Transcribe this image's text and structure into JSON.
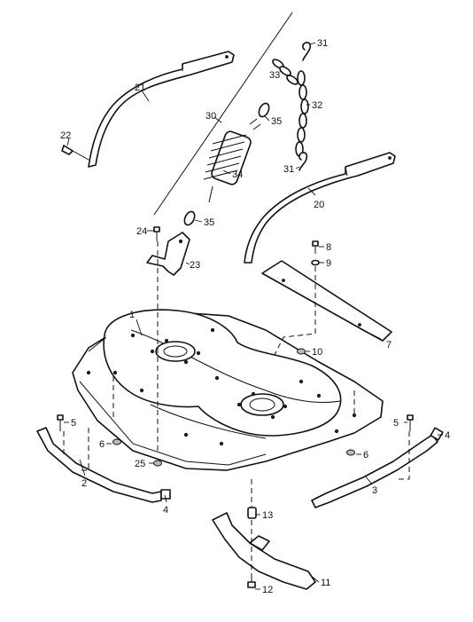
{
  "labels": {
    "p1": "1",
    "p2": "2",
    "p3": "3",
    "p4a": "4",
    "p4b": "4",
    "p5a": "5",
    "p5b": "5",
    "p6a": "6",
    "p6b": "6",
    "p7": "7",
    "p8": "8",
    "p9": "9",
    "p10": "10",
    "p11": "11",
    "p12": "12",
    "p13": "13",
    "p20": "20",
    "p21": "21",
    "p22": "22",
    "p23": "23",
    "p24": "24",
    "p25": "25",
    "p30": "30",
    "p31a": "31",
    "p31b": "31",
    "p32": "32",
    "p33": "33",
    "p34": "34",
    "p35a": "35",
    "p35b": "35"
  },
  "colors": {
    "line": "#111111",
    "fill": "#ffffff",
    "shade": "#bbbbbb"
  }
}
